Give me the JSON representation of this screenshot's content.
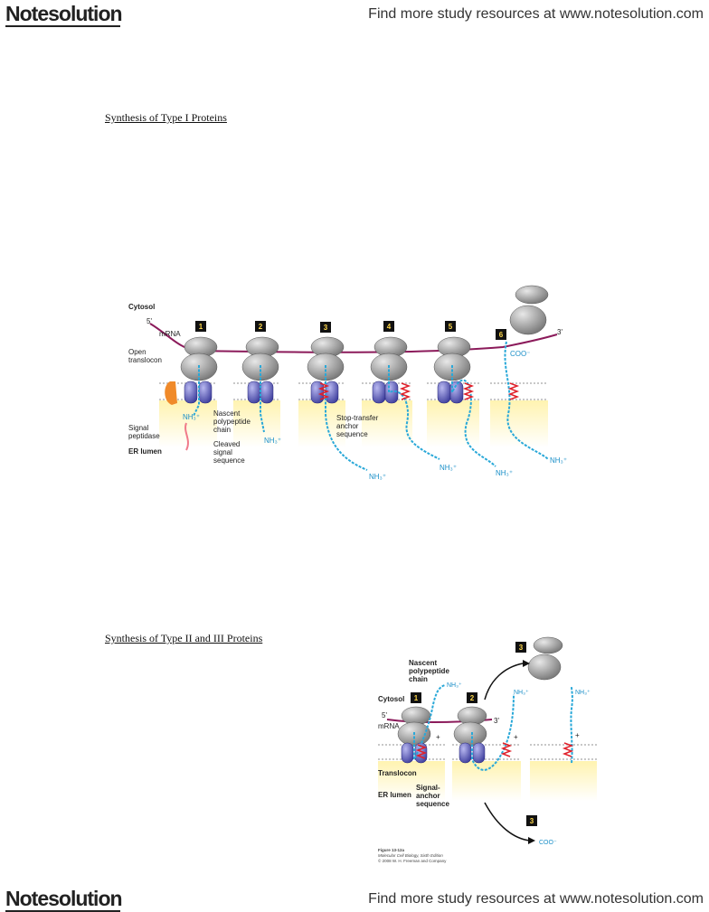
{
  "header": {
    "logo": "Notesolution",
    "tagline": "Find more study resources at www.notesolution.com"
  },
  "footer": {
    "logo": "Notesolution",
    "tagline": "Find more study resources at www.notesolution.com"
  },
  "section1": {
    "heading": "Synthesis of Type I Proteins ",
    "labels": {
      "cytosol": "Cytosol",
      "five_prime": "5'",
      "mrna": "mRNA",
      "three_prime": "3'",
      "open_translocon_1": "Open",
      "open_translocon_2": "translocon",
      "signal_peptidase_1": "Signal",
      "signal_peptidase_2": "peptidase",
      "er_lumen": "ER lumen",
      "nascent_1": "Nascent",
      "nascent_2": "polypeptide",
      "nascent_3": "chain",
      "cleaved_1": "Cleaved",
      "cleaved_2": "signal",
      "cleaved_3": "sequence",
      "stop_1": "Stop-transfer",
      "stop_2": "anchor",
      "stop_3": "sequence",
      "nh3": "NH₃⁺",
      "coo": "COO⁻",
      "steps": [
        "1",
        "2",
        "3",
        "4",
        "5",
        "6"
      ]
    }
  },
  "section2": {
    "heading": "Synthesis of Type II and III Proteins ",
    "labels": {
      "nascent_1": "Nascent",
      "nascent_2": "polypeptide",
      "nascent_3": "chain",
      "cytosol": "Cytosol",
      "five_prime": "5'",
      "mrna": "mRNA",
      "three_prime": "3'",
      "translocon": "Translocon",
      "er_lumen": "ER lumen",
      "signal_1": "Signal-",
      "signal_2": "anchor",
      "signal_3": "sequence",
      "nh3": "NH₃⁺",
      "coo": "COO⁻",
      "plus": "+",
      "steps": [
        "1",
        "2",
        "3",
        "3"
      ],
      "fig_1": "Figure 13-12a",
      "fig_2": "Molecular Cell Biology, Sixth Edition",
      "fig_3": "© 2008 W. H. Freeman and Company"
    }
  }
}
